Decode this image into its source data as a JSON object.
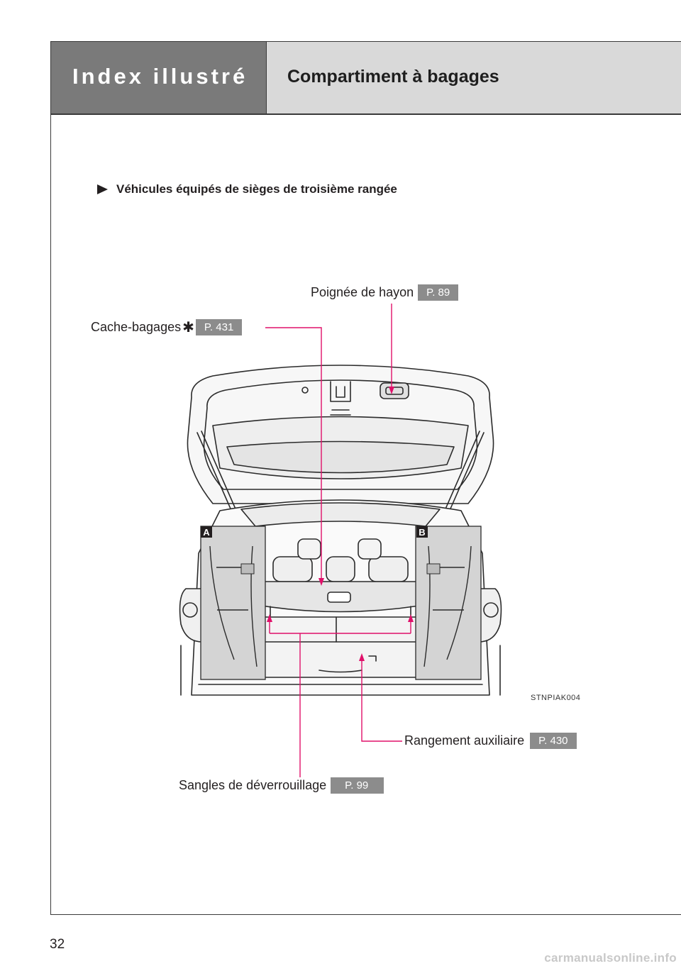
{
  "header": {
    "section_tab": "Index illustré",
    "title": "Compartiment à bagages"
  },
  "subheading": "Véhicules équipés de sièges de troisième rangée",
  "callouts": {
    "tailgate_handle": {
      "label": "Poignée de hayon",
      "page": "P. 89"
    },
    "tonneau_cover": {
      "label": "Cache-bagages",
      "marker": "✱",
      "page": "P. 431"
    },
    "aux_storage": {
      "label": "Rangement auxiliaire",
      "page": "P. 430"
    },
    "release_straps": {
      "label": "Sangles de déverrouillage",
      "page": "P. 99"
    }
  },
  "inset_labels": {
    "left": "A",
    "right": "B"
  },
  "figure_code": "STNPIAK004",
  "page_number": "32",
  "watermark": "carmanualsonline.info",
  "colors": {
    "tab_dark": "#7a7a7a",
    "tab_light": "#d9d9d9",
    "badge": "#8c8c8c",
    "leader_line": "#e0106a"
  }
}
